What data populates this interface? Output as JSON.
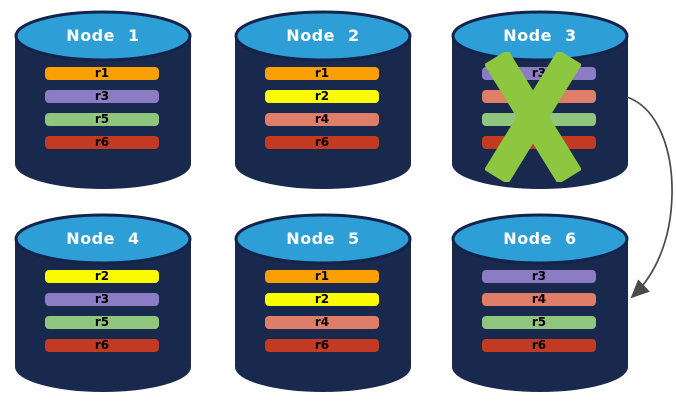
{
  "diagram": {
    "type": "database-replication-failover-diagram",
    "palette": {
      "cyl-body": "#19284D",
      "cyl-top": "#2E9ED7",
      "cyl-outline": "#14234A",
      "title-text": "#FFFFFF",
      "bar-text": "#000000",
      "x-mark": "#8DC63F",
      "arrow": "#4A4A4A"
    },
    "nodes": [
      {
        "label": "Node 1",
        "failed": false,
        "replicas": [
          {
            "label": "r1",
            "color": "#FAA005"
          },
          {
            "label": "r3",
            "color": "#8C7CC4"
          },
          {
            "label": "r5",
            "color": "#90C57E"
          },
          {
            "label": "r6",
            "color": "#C23A22"
          }
        ]
      },
      {
        "label": "Node 2",
        "failed": false,
        "replicas": [
          {
            "label": "r1",
            "color": "#FAA005"
          },
          {
            "label": "r2",
            "color": "#FCFC00"
          },
          {
            "label": "r4",
            "color": "#DE7E68"
          },
          {
            "label": "r6",
            "color": "#C23A22"
          }
        ]
      },
      {
        "label": "Node 3",
        "failed": true,
        "replicas": [
          {
            "label": "r3",
            "color": "#8C7CC4"
          },
          {
            "label": "",
            "color": "#DE7E68"
          },
          {
            "label": "",
            "color": "#90C57E"
          },
          {
            "label": "",
            "color": "#C23A22"
          }
        ]
      },
      {
        "label": "Node 4",
        "failed": false,
        "replicas": [
          {
            "label": "r2",
            "color": "#FCFC00"
          },
          {
            "label": "r3",
            "color": "#8C7CC4"
          },
          {
            "label": "r5",
            "color": "#90C57E"
          },
          {
            "label": "r6",
            "color": "#C23A22"
          }
        ]
      },
      {
        "label": "Node 5",
        "failed": false,
        "replicas": [
          {
            "label": "r1",
            "color": "#FAA005"
          },
          {
            "label": "r2",
            "color": "#FCFC00"
          },
          {
            "label": "r4",
            "color": "#DE7E68"
          },
          {
            "label": "r6",
            "color": "#C23A22"
          }
        ]
      },
      {
        "label": "Node 6",
        "failed": false,
        "replicas": [
          {
            "label": "r3",
            "color": "#8C7CC4"
          },
          {
            "label": "r4",
            "color": "#DE7E68"
          },
          {
            "label": "r5",
            "color": "#90C57E"
          },
          {
            "label": "r6",
            "color": "#C23A22"
          }
        ]
      }
    ],
    "failure_overlay": {
      "node": "Node 3",
      "icon": "x-mark",
      "color": "#8DC63F"
    },
    "arrow": {
      "from": "Node 3",
      "to": "Node 6",
      "color": "#4A4A4A"
    }
  }
}
